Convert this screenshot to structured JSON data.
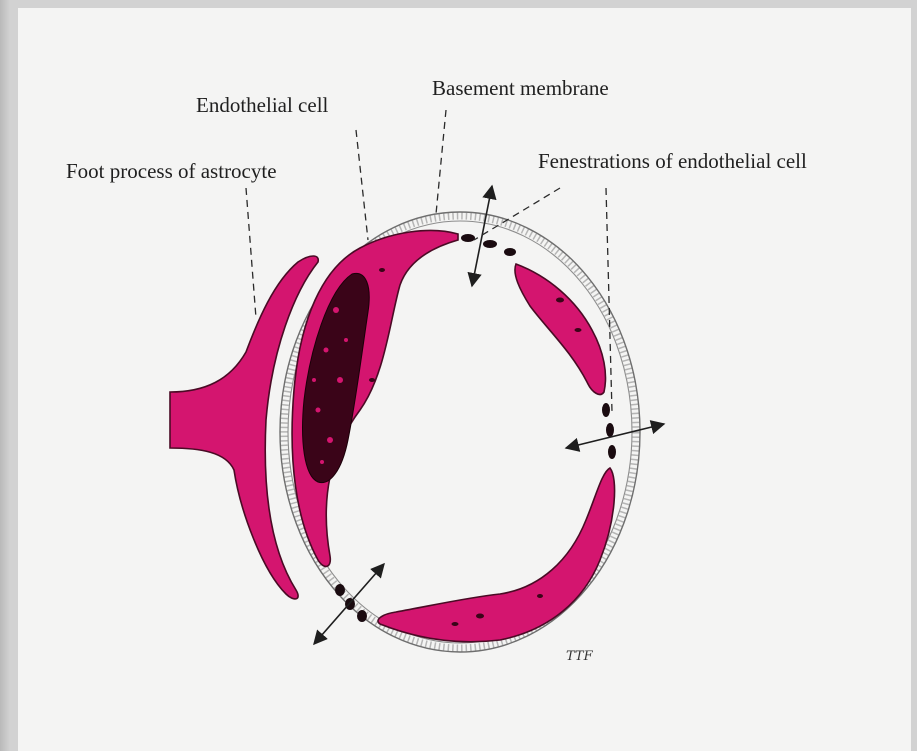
{
  "labels": {
    "endothelial_cell": "Endothelial cell",
    "basement_membrane": "Basement membrane",
    "foot_process": "Foot process of astrocyte",
    "fenestrations": "Fenestrations of endothelial cell",
    "signature": "TTF"
  },
  "colors": {
    "cell_fill": "#d4156f",
    "background": "#f4f4f3",
    "frame": "#c7c7c7"
  }
}
